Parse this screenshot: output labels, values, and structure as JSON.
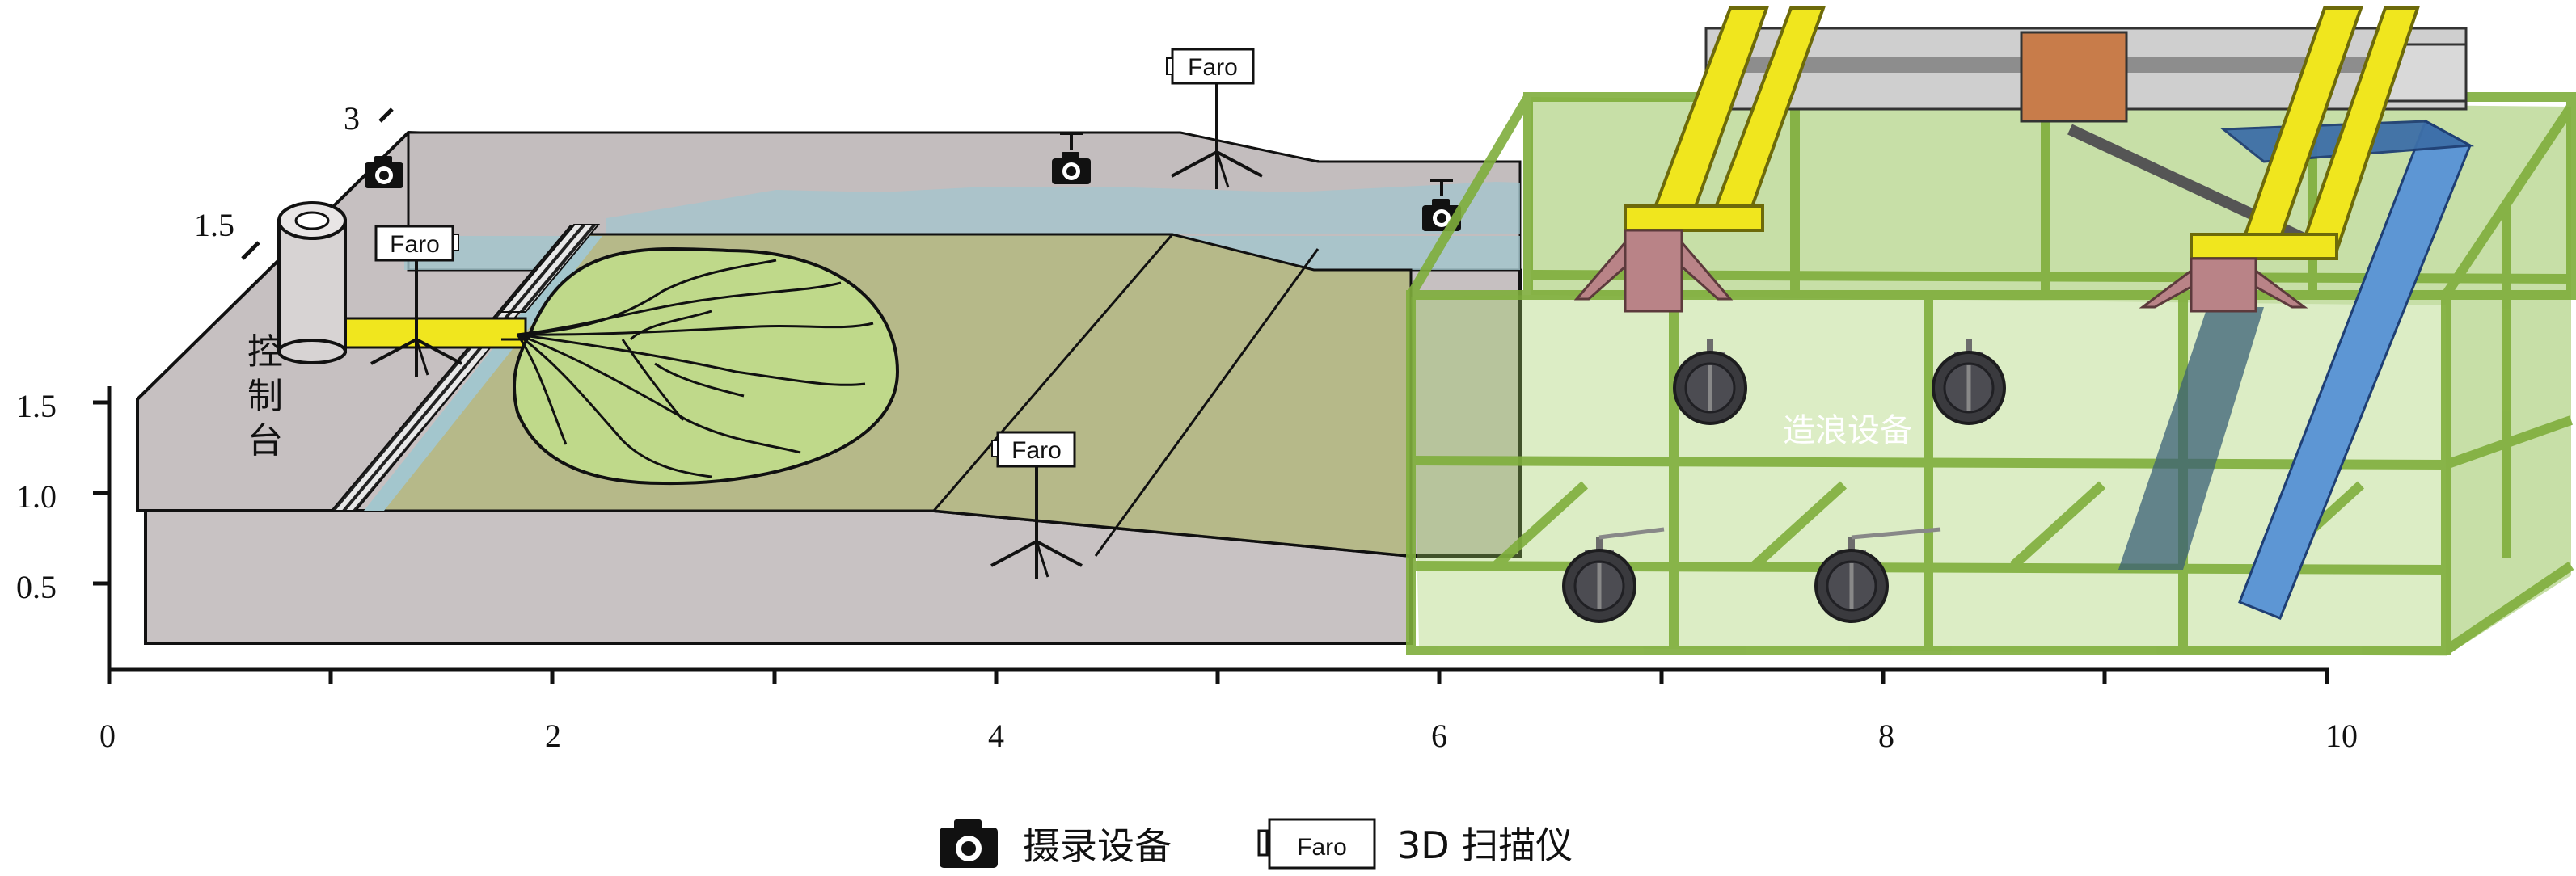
{
  "labels": {
    "control_console": "控\n制\n台",
    "control_console_chars": [
      "控",
      "制",
      "台"
    ],
    "wave_maker": "造浪设备",
    "faro": "Faro"
  },
  "axes": {
    "x_ticks": [
      "0",
      "2",
      "4",
      "6",
      "8",
      "10"
    ],
    "y_ticks_front": [
      "0.5",
      "1.0",
      "1.5"
    ],
    "y_ticks_back": [
      "1.5",
      "3"
    ]
  },
  "legend": {
    "camera_label": "摄录设备",
    "faro_box": "Faro",
    "faro_label": "3D 扫描仪"
  },
  "colors": {
    "flume_wall": "#c8c2c3",
    "bed": "#b6b989",
    "delta": "#bfd98a",
    "water": "#a3c6cd",
    "frame": "#9acc5a",
    "rail": "#f0e61e",
    "paddle": "#5d96d4"
  },
  "icons": {
    "camera": "camera-icon",
    "scanner": "faro-scanner-icon"
  }
}
